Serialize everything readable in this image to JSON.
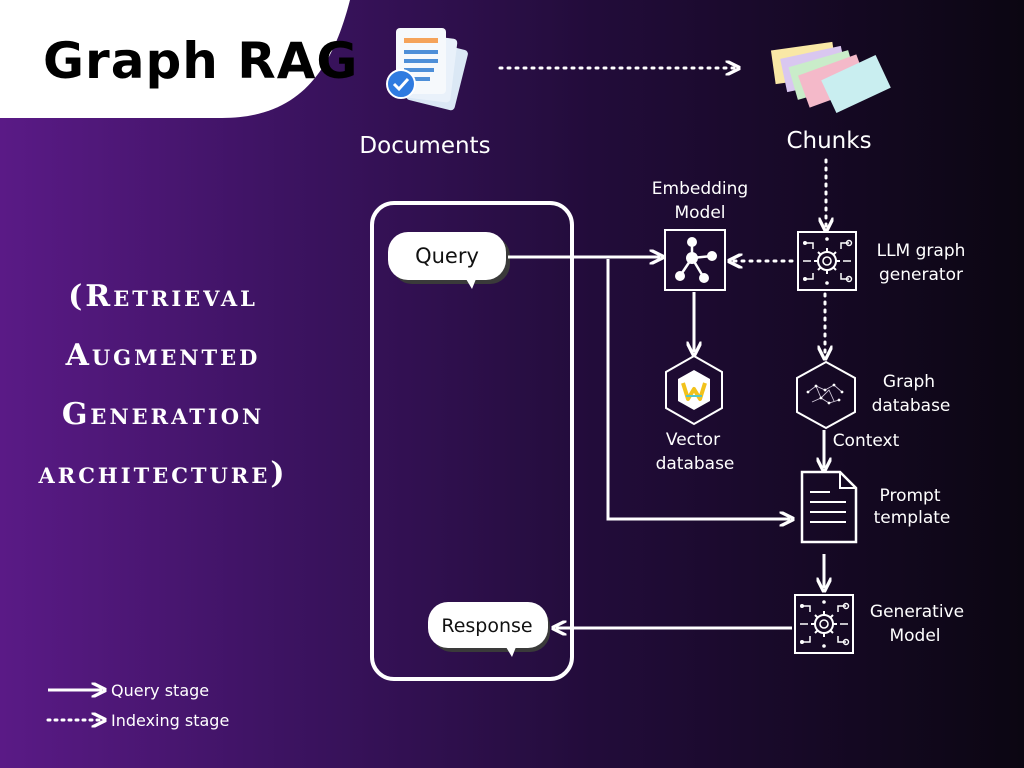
{
  "title": "Graph RAG",
  "subtitle_lines": [
    "(Retrieval",
    "Augmented",
    "Generation",
    "architecture)"
  ],
  "nodes": {
    "documents": "Documents",
    "chunks": "Chunks",
    "embedding_model": [
      "Embedding",
      "Model"
    ],
    "llm_graph_generator": [
      "LLM graph",
      "generator"
    ],
    "vector_database": [
      "Vector",
      "database"
    ],
    "graph_database": [
      "Graph",
      "database"
    ],
    "context": "Context",
    "prompt_template": [
      "Prompt",
      "template"
    ],
    "generative_model": [
      "Generative",
      "Model"
    ],
    "query": "Query",
    "response": "Response"
  },
  "legend": {
    "query_stage": "Query stage",
    "indexing_stage": "Indexing stage"
  },
  "colors": {
    "gradient_start": "#5a1a86",
    "gradient_end": "#0b0612",
    "foreground": "#ffffff",
    "title_card": "#ffffff",
    "chunk_colors": [
      "#f9e8a6",
      "#d9c7f0",
      "#c9ecc9",
      "#f4b9c9",
      "#c9eef0"
    ]
  },
  "icons": [
    "documents-icon",
    "chunks-icon",
    "embedding-model-icon",
    "llm-chip-icon",
    "vector-database-icon",
    "graph-database-icon",
    "prompt-document-icon",
    "generative-model-chip-icon"
  ]
}
